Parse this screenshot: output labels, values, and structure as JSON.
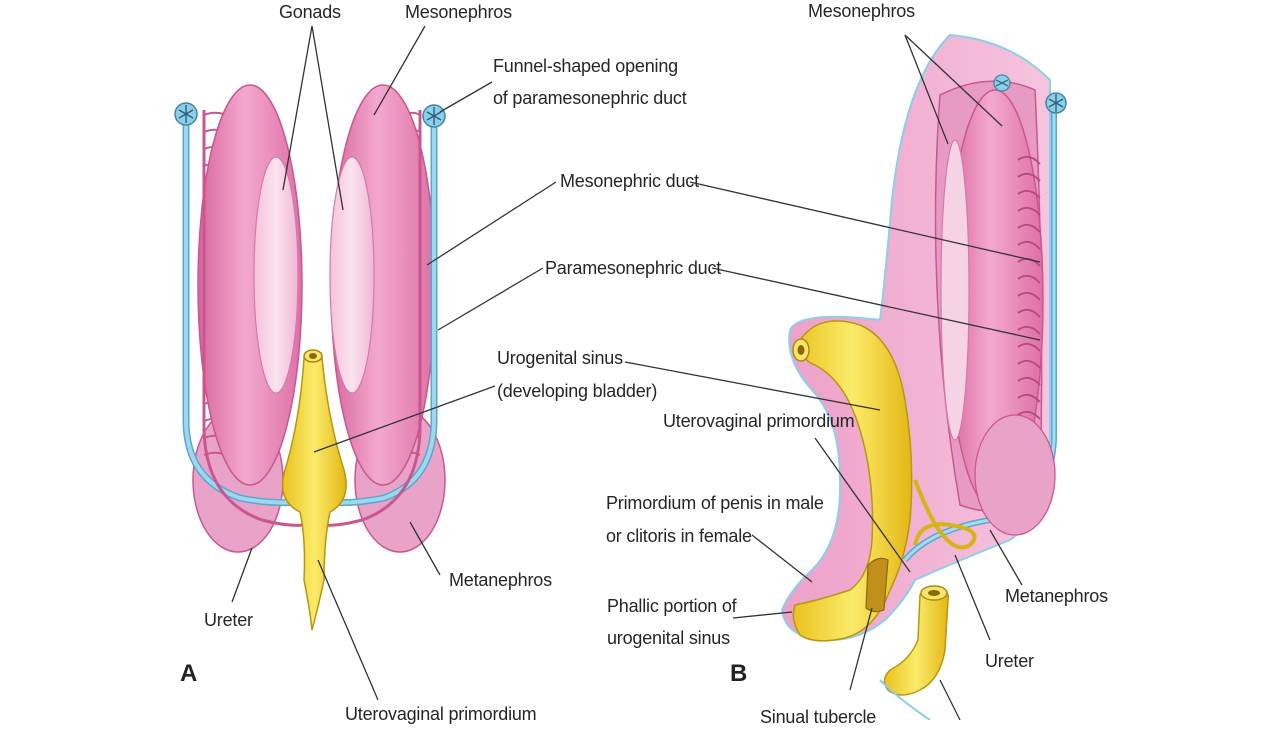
{
  "labels": {
    "gonads": "Gonads",
    "mesonephros_a": "Mesonephros",
    "funnel_1": "Funnel-shaped opening",
    "funnel_2": "of paramesonephric duct",
    "mesonephric_duct": "Mesonephric duct",
    "paramesonephric_duct": "Paramesonephric duct",
    "urogenital_sinus_1": "Urogenital sinus",
    "urogenital_sinus_2": "(developing bladder)",
    "metanephros_a": "Metanephros",
    "ureter_a": "Ureter",
    "uterovaginal_a": "Uterovaginal primordium",
    "mesonephros_b": "Mesonephros",
    "uterovaginal_b": "Uterovaginal primordium",
    "penis_1": "Primordium of penis in male",
    "penis_2": "or clitoris in female",
    "phallic_1": "Phallic portion of",
    "phallic_2": "urogenital sinus",
    "metanephros_b": "Metanephros",
    "ureter_b": "Ureter",
    "sinual": "Sinual tubercle"
  },
  "panels": {
    "a": "A",
    "b": "B"
  },
  "colors": {
    "mesonephros": "#e98ab8",
    "mesonephros_dark": "#c9578f",
    "gonad": "#f7cde3",
    "duct_blue": "#8ccfe8",
    "sinus_yellow": "#f6de3c",
    "sinus_dark": "#caa414",
    "leader": "#333333"
  }
}
